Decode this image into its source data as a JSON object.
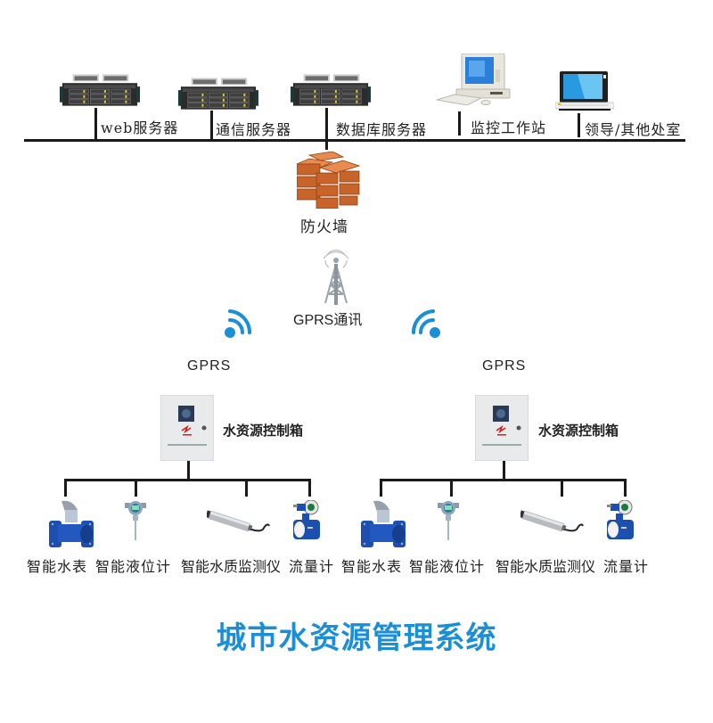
{
  "network": {
    "nodes": [
      {
        "id": "web-server",
        "label": "web服务器",
        "icon": "rack-server-icon"
      },
      {
        "id": "comm-server",
        "label": "通信服务器",
        "icon": "rack-server-icon"
      },
      {
        "id": "db-server",
        "label": "数据库服务器",
        "icon": "rack-server-icon"
      },
      {
        "id": "monitor-station",
        "label": "监控工作站",
        "icon": "desktop-computer-icon"
      },
      {
        "id": "leader-office",
        "label": "领导/其他处室",
        "icon": "laptop-icon"
      }
    ],
    "firewall": {
      "label": "防火墙",
      "icon": "brick-wall-icon"
    },
    "gprs_tower": {
      "label": "GPRS通讯",
      "icon": "radio-tower-icon"
    }
  },
  "sites": [
    {
      "gprs_label": "GPRS",
      "control_box": {
        "label": "水资源控制箱",
        "icon": "control-cabinet-icon"
      },
      "devices": [
        {
          "label": "智能水表",
          "icon": "water-meter-icon"
        },
        {
          "label": "智能液位计",
          "icon": "level-gauge-icon"
        },
        {
          "label": "智能水质监测仪",
          "icon": "water-quality-probe-icon"
        },
        {
          "label": "流量计",
          "icon": "flowmeter-icon"
        }
      ]
    },
    {
      "gprs_label": "GPRS",
      "control_box": {
        "label": "水资源控制箱",
        "icon": "control-cabinet-icon"
      },
      "devices": [
        {
          "label": "智能水表",
          "icon": "water-meter-icon"
        },
        {
          "label": "智能液位计",
          "icon": "level-gauge-icon"
        },
        {
          "label": "智能水质监测仪",
          "icon": "water-quality-probe-icon"
        },
        {
          "label": "流量计",
          "icon": "flowmeter-icon"
        }
      ]
    }
  ],
  "title": "城市水资源管理系统",
  "colors": {
    "title": "#1a8fd6",
    "signal": "#1a8fd6",
    "firewall": "#c8642a",
    "line": "#1a1a1a",
    "device_blue": "#1c4fb0"
  }
}
